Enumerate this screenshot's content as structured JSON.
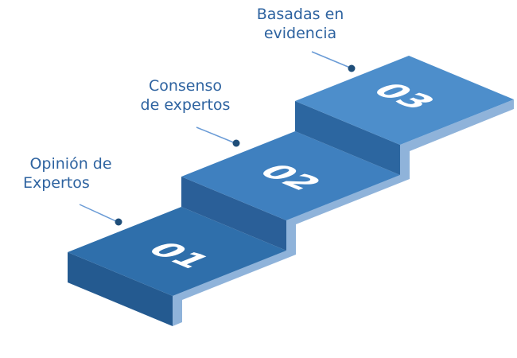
{
  "diagram": {
    "type": "isometric-staircase",
    "colors": {
      "label": "#2e63a0",
      "connector_line": "#6a9bd6",
      "connector_dot": "#1f4e79",
      "side_strip": "#8fb3da",
      "step1_top": "#2f6fab",
      "step2_top": "#3f80bf",
      "step3_top": "#4d8ecb",
      "riser_dark": "#2a5f98",
      "left_face": "#245a90"
    },
    "steps": [
      {
        "number": "01",
        "label_line1": "Opinión de",
        "label_line2": "Expertos"
      },
      {
        "number": "02",
        "label_line1": "Consenso",
        "label_line2": "de expertos"
      },
      {
        "number": "03",
        "label_line1": "Basadas en",
        "label_line2": "evidencia"
      }
    ]
  }
}
